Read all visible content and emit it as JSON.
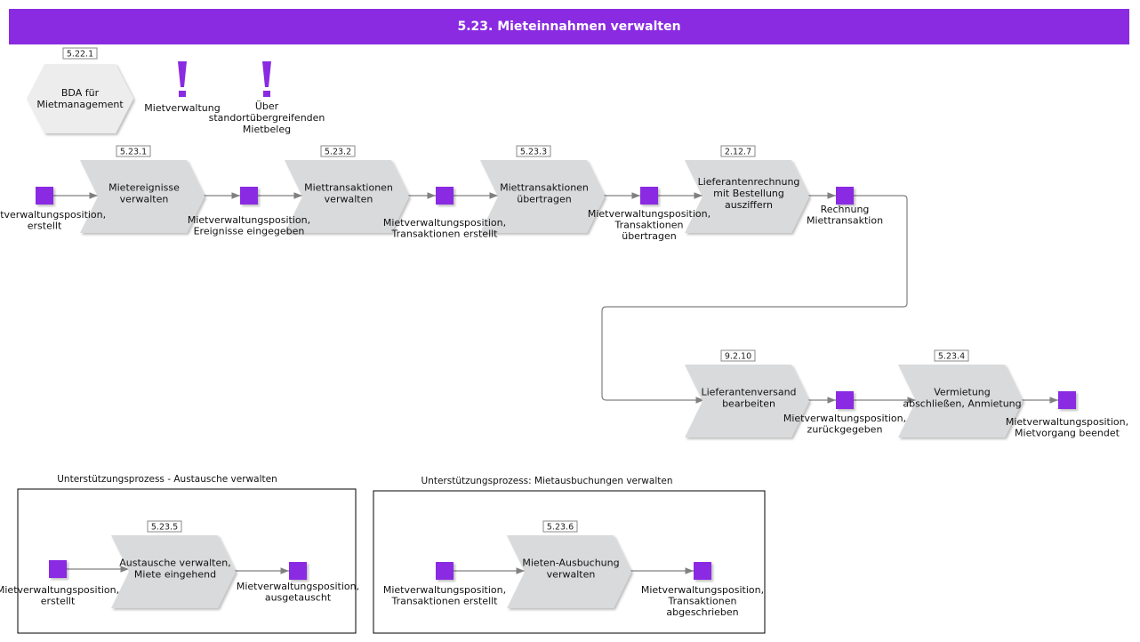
{
  "title": "5.23. Mieteinnahmen verwalten",
  "colors": {
    "accent": "#8a2be2",
    "process": "#d9dadb",
    "line": "#808080"
  },
  "hexagon": {
    "code": "5.22.1",
    "lines": [
      "BDA für",
      "Mietmanagement"
    ]
  },
  "notes": [
    {
      "lines": [
        "Mietverwaltung"
      ]
    },
    {
      "lines": [
        "Über",
        "standortübergreifenden",
        "Mietbeleg"
      ]
    }
  ],
  "processes": [
    {
      "code": "5.23.1",
      "lines": [
        "Mietereignisse",
        "verwalten"
      ]
    },
    {
      "code": "5.23.2",
      "lines": [
        "Miettransaktionen",
        "verwalten"
      ]
    },
    {
      "code": "5.23.3",
      "lines": [
        "Miettransaktionen",
        "übertragen"
      ]
    },
    {
      "code": "2.12.7",
      "lines": [
        "Lieferantenrechnung",
        "mit Bestellung",
        "ausziffern"
      ]
    },
    {
      "code": "9.2.10",
      "lines": [
        "Lieferantenversand",
        "bearbeiten"
      ]
    },
    {
      "code": "5.23.4",
      "lines": [
        "Vermietung",
        "abschließen, Anmietung"
      ]
    },
    {
      "code": "5.23.5",
      "lines": [
        "Austausche verwalten,",
        "Miete eingehend"
      ]
    },
    {
      "code": "5.23.6",
      "lines": [
        "Mieten-Ausbuchung",
        "verwalten"
      ]
    }
  ],
  "events": [
    {
      "lines": [
        "Mietverwaltungsposition,",
        "erstellt"
      ]
    },
    {
      "lines": [
        "Mietverwaltungsposition,",
        "Ereignisse eingegeben"
      ]
    },
    {
      "lines": [
        "Mietverwaltungsposition,",
        "Transaktionen erstellt"
      ]
    },
    {
      "lines": [
        "Mietverwaltungsposition,",
        "Transaktionen",
        "übertragen"
      ]
    },
    {
      "lines": [
        "Rechnung",
        "Miettransaktion"
      ]
    },
    {
      "lines": [
        "Mietverwaltungsposition,",
        "zurückgegeben"
      ]
    },
    {
      "lines": [
        "Mietverwaltungsposition,",
        "Mietvorgang beendet"
      ]
    },
    {
      "lines": [
        "Mietverwaltungsposition,",
        "erstellt"
      ]
    },
    {
      "lines": [
        "Mietverwaltungsposition,",
        "ausgetauscht"
      ]
    },
    {
      "lines": [
        "Mietverwaltungsposition,",
        "Transaktionen erstellt"
      ]
    },
    {
      "lines": [
        "Mietverwaltungsposition,",
        "Transaktionen",
        "abgeschrieben"
      ]
    }
  ],
  "groups": [
    {
      "label": "Unterstützungsprozess - Austausche verwalten"
    },
    {
      "label": "Unterstützungsprozess: Mietausbuchungen verwalten"
    }
  ]
}
